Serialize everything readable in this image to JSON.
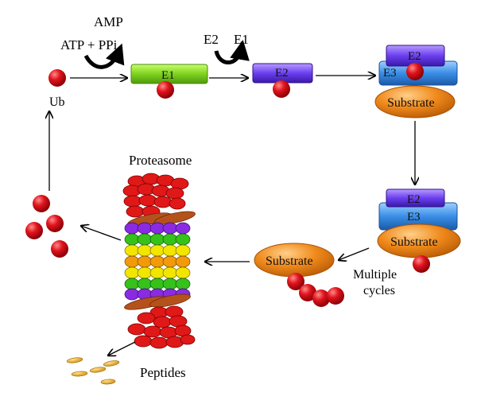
{
  "labels": {
    "amp": "AMP",
    "atp_ppi": "ATP + PPi",
    "ub": "Ub",
    "e1": "E1",
    "e2": "E2",
    "e2_side": "E2",
    "e1_side": "E1",
    "e3": "E3",
    "substrate": "Substrate",
    "proteasome": "Proteasome",
    "multiple_cycles_line1": "Multiple",
    "multiple_cycles_line2": "cycles",
    "peptides": "Peptides"
  },
  "colors": {
    "ubiquitin": "#d3141e",
    "e1": "#7ed321",
    "e2": "#6b3ff0",
    "e3": "#3a8ee6",
    "substrate": "#f08a1c",
    "proteasome_ring_red": "#e01818",
    "proteasome_ring_purple": "#8a2be2",
    "proteasome_ring_green": "#35c21a",
    "proteasome_ring_yellow": "#f2e600",
    "proteasome_ring_orange": "#f29a0a",
    "proteasome_cap": "#b5521c",
    "peptide": "#e8a21a"
  }
}
